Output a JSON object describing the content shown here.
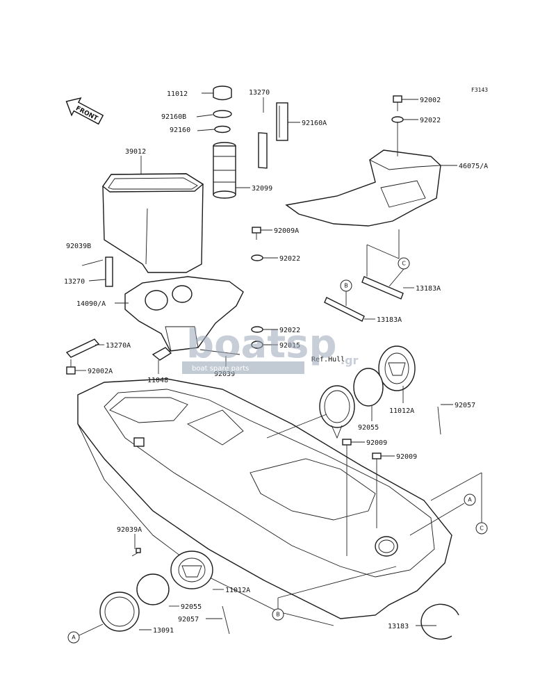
{
  "figure_id": "F3143",
  "front_label": "FRONT",
  "ref_label": "Ref.Hull",
  "watermark": {
    "brand": "boatsp",
    "suffix": ".gr",
    "tagline": "boat spare parts"
  },
  "parts": [
    {
      "id": "11012"
    },
    {
      "id": "13270"
    },
    {
      "id": "92160B"
    },
    {
      "id": "92160"
    },
    {
      "id": "92160A"
    },
    {
      "id": "39012"
    },
    {
      "id": "32099"
    },
    {
      "id": "92039B"
    },
    {
      "id": "13270"
    },
    {
      "id": "92009A"
    },
    {
      "id": "92022"
    },
    {
      "id": "14090/A"
    },
    {
      "id": "13270A"
    },
    {
      "id": "92002A"
    },
    {
      "id": "11048"
    },
    {
      "id": "92039"
    },
    {
      "id": "92022"
    },
    {
      "id": "92015"
    },
    {
      "id": "92002"
    },
    {
      "id": "92022"
    },
    {
      "id": "46075/A"
    },
    {
      "id": "13183A"
    },
    {
      "id": "13183A"
    },
    {
      "id": "11012A"
    },
    {
      "id": "92057"
    },
    {
      "id": "92055"
    },
    {
      "id": "92009"
    },
    {
      "id": "92009"
    },
    {
      "id": "92039A"
    },
    {
      "id": "11012A"
    },
    {
      "id": "92055"
    },
    {
      "id": "92057"
    },
    {
      "id": "13091"
    },
    {
      "id": "13183"
    }
  ],
  "callouts": [
    "A",
    "B",
    "C",
    "A",
    "B",
    "C"
  ]
}
